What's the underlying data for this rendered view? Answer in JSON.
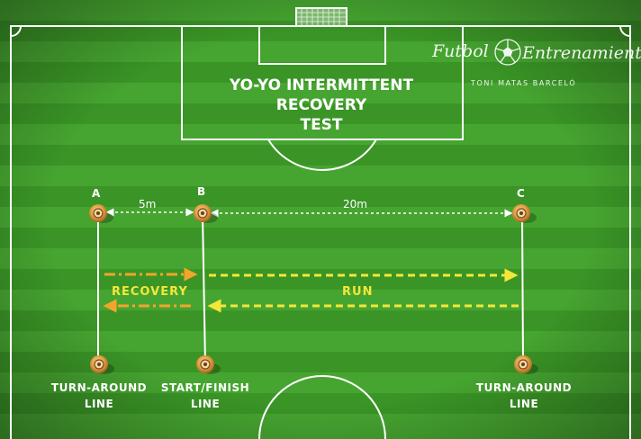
{
  "title": {
    "line1": "YO-YO INTERMITTENT RECOVERY",
    "line2": "TEST"
  },
  "branding": {
    "part1": "Futbol",
    "part2": "Entrenamiento",
    "author": "TONI MATAS BARCELÓ",
    "icon": "soccer-ball-icon"
  },
  "cones": [
    "A",
    "B",
    "C"
  ],
  "distances": {
    "ab": "5m",
    "bc": "20m"
  },
  "zones": {
    "recovery": "RECOVERY",
    "run": "RUN"
  },
  "line_labels": {
    "left": [
      "TURN-AROUND",
      "LINE"
    ],
    "middle": [
      "START/FINISH",
      "LINE"
    ],
    "right": [
      "TURN-AROUND",
      "LINE"
    ]
  },
  "colors": {
    "pitch_dark": "#3a9526",
    "pitch_light": "#48a832",
    "lines": "#ffffff",
    "arrow_yellow": "#f5e63a",
    "arrow_orange": "#f3a52b",
    "cone": "#e3a24a"
  }
}
